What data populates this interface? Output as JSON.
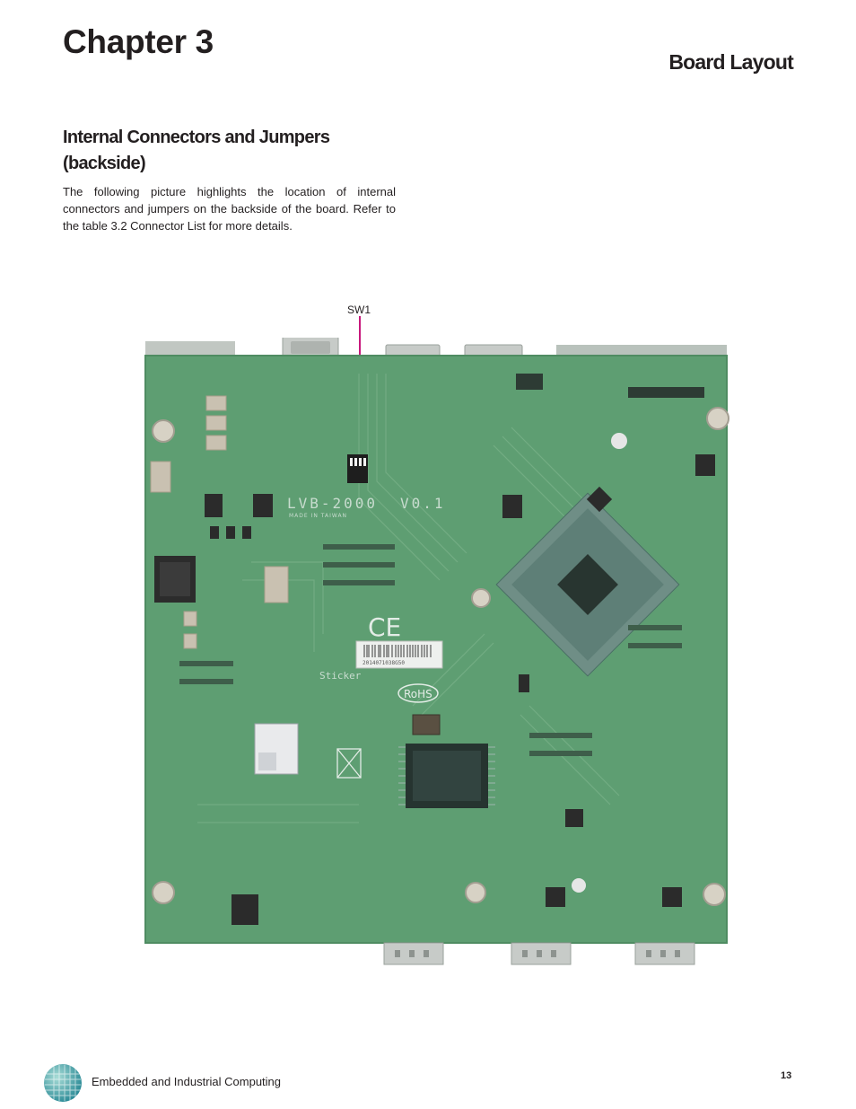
{
  "header": {
    "chapter": "Chapter 3",
    "section": "Board Layout"
  },
  "content": {
    "heading_line1": "Internal Connectors and Jumpers",
    "heading_line2": "(backside)",
    "paragraph": "The following picture highlights the location of internal connectors and jumpers on the backside of the board. Refer to the table 3.2 Connector List for more details."
  },
  "figure": {
    "callout_label": "SW1",
    "board_silkscreen": "LVB-2000",
    "board_version": "V0.1",
    "made_in": "MADE IN TAIWAN",
    "sticker_label": "Sticker",
    "barcode_number": "2014071038G50",
    "ce_mark": "CE",
    "rohs_mark": "RoHS",
    "callout_color": "#c8187c",
    "board_color": "#5e9e72"
  },
  "footer": {
    "company_text": "Embedded and Industrial Computing",
    "page_number": "13"
  }
}
